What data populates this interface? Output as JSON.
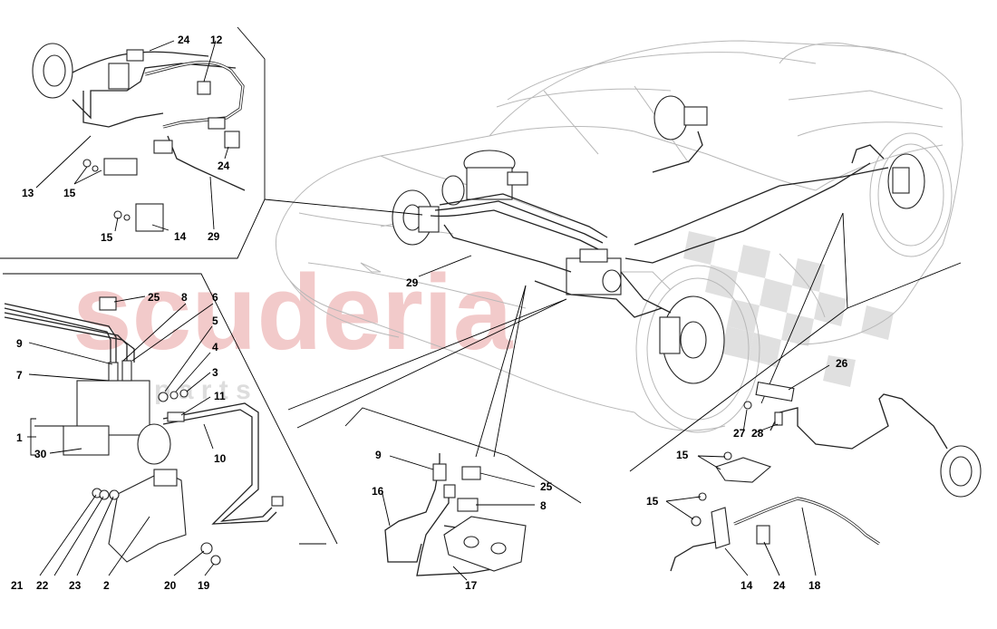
{
  "watermark": {
    "brand": "scuderia",
    "sub": "c a r   p a r t s",
    "brand_color": "#e8a0a0",
    "sub_color": "#d0d0d0",
    "flag_color": "#d8d8d8"
  },
  "callouts": {
    "n24a": "24",
    "n12": "12",
    "n13": "13",
    "n15a": "15",
    "n24b": "24",
    "n15b": "15",
    "n14a": "14",
    "n29a": "29",
    "n29b": "29",
    "n25a": "25",
    "n8a": "8",
    "n6": "6",
    "n5": "5",
    "n9a": "9",
    "n7": "7",
    "n4": "4",
    "n3": "3",
    "n11": "11",
    "n1": "1",
    "n30": "30",
    "n10": "10",
    "n21": "21",
    "n22": "22",
    "n23": "23",
    "n2": "2",
    "n20": "20",
    "n19": "19",
    "n9b": "9",
    "n16": "16",
    "n25b": "25",
    "n8b": "8",
    "n17": "17",
    "n26": "26",
    "n27": "27",
    "n28": "28",
    "n15c": "15",
    "n15d": "15",
    "n14b": "14",
    "n24c": "24",
    "n18": "18"
  }
}
